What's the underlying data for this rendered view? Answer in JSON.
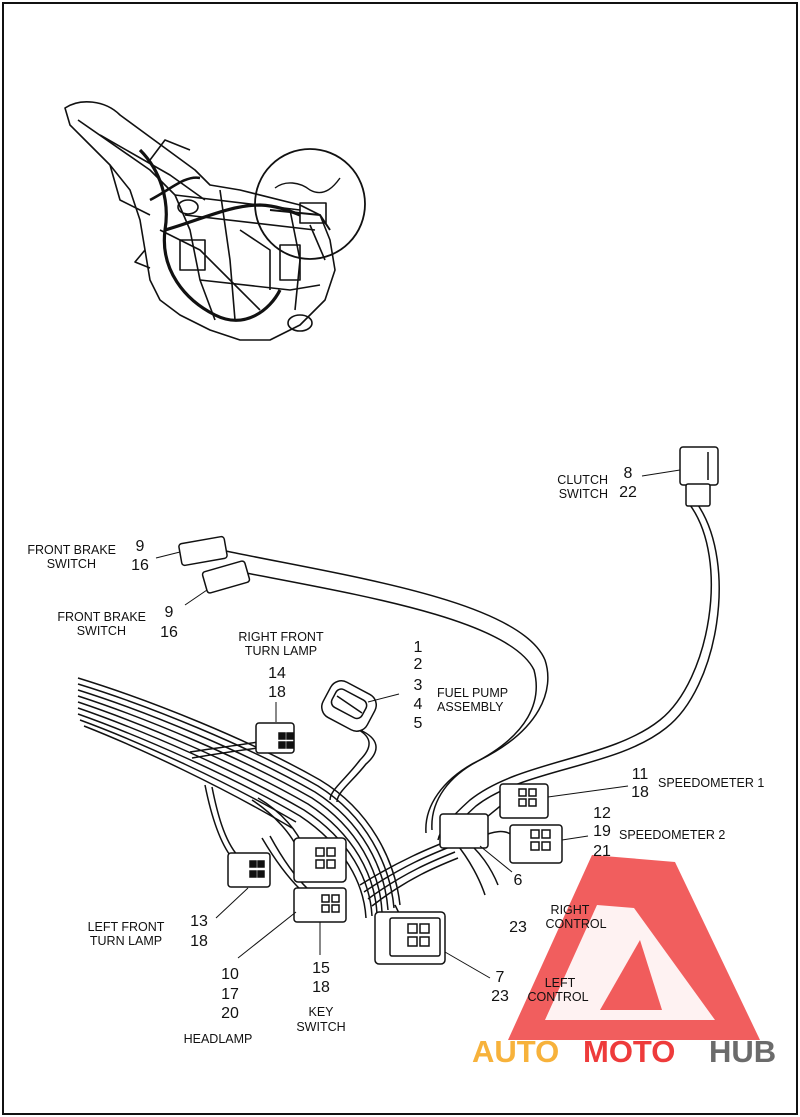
{
  "callouts": {
    "clutch": {
      "label": [
        "CLUTCH",
        "SWITCH"
      ],
      "refs": [
        "8",
        "22"
      ]
    },
    "front_brake_1": {
      "label": [
        "FRONT BRAKE",
        "SWITCH"
      ],
      "refs": [
        "9",
        "16"
      ]
    },
    "front_brake_2": {
      "label": [
        "FRONT BRAKE",
        "SWITCH"
      ],
      "refs": [
        "9",
        "16"
      ]
    },
    "right_turn": {
      "label": [
        "RIGHT FRONT",
        "TURN LAMP"
      ],
      "refs": [
        "14",
        "18"
      ]
    },
    "fuel_pump": {
      "label": [
        "FUEL PUMP",
        "ASSEMBLY"
      ],
      "refs": [
        "1",
        "2",
        "3",
        "4",
        "5"
      ]
    },
    "speedo_1": {
      "label": [
        "SPEEDOMETER 1"
      ],
      "refs": [
        "11",
        "18"
      ]
    },
    "speedo_2": {
      "label": [
        "SPEEDOMETER 2"
      ],
      "refs": [
        "12",
        "19",
        "21"
      ]
    },
    "right_control": {
      "label": [
        "RIGHT",
        "CONTROL"
      ],
      "refs": [
        "6",
        "23"
      ]
    },
    "left_turn": {
      "label": [
        "LEFT FRONT",
        "TURN LAMP"
      ],
      "refs": [
        "13",
        "18"
      ]
    },
    "left_control": {
      "label": [
        "LEFT",
        "CONTROL"
      ],
      "refs": [
        "7",
        "23"
      ]
    },
    "key_switch": {
      "label": [
        "KEY",
        "SWITCH"
      ],
      "refs": [
        "15",
        "18"
      ]
    },
    "headlamp": {
      "label": [
        "HEADLAMP"
      ],
      "refs": [
        "10",
        "17",
        "20"
      ]
    }
  },
  "watermark": {
    "part1": "AUTO",
    "part2": "MOTO",
    "part3": "HUB"
  },
  "colors": {
    "ink": "#111111",
    "watermark_red": "#ee3b3b",
    "watermark_orange": "#f7b23b",
    "watermark_gray": "#6b6b6b"
  }
}
